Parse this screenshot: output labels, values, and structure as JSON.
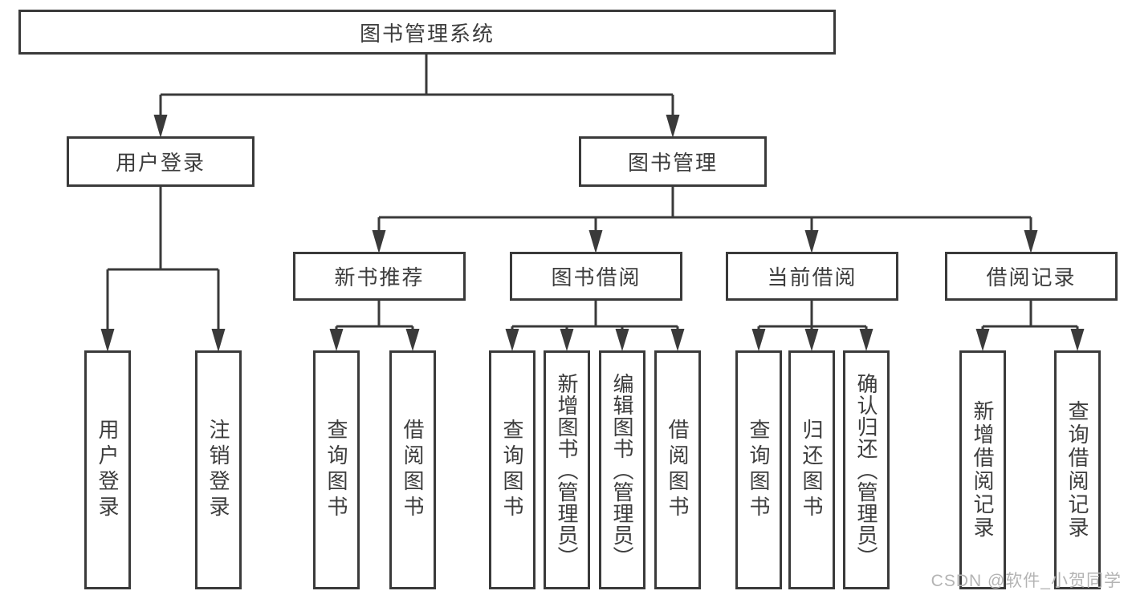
{
  "nodes": {
    "root": "图书管理系统",
    "user_login": "用户登录",
    "book_mgmt": "图书管理",
    "new_books": "新书推荐",
    "book_borrow": "图书借阅",
    "current_borrow": "当前借阅",
    "borrow_records": "借阅记录",
    "leaf_user_login": "用户登录",
    "leaf_logout": "注销登录",
    "leaf_nb_query": "查询图书",
    "leaf_nb_borrow": "借阅图书",
    "leaf_bb_query": "查询图书",
    "leaf_bb_add": "新增图书（管理员）",
    "leaf_bb_edit": "编辑图书（管理员）",
    "leaf_bb_borrow": "借阅图书",
    "leaf_cb_query": "查询图书",
    "leaf_cb_return": "归还图书",
    "leaf_cb_confirm": "确认归还（管理员）",
    "leaf_br_add": "新增借阅记录",
    "leaf_br_query": "查询借阅记录"
  },
  "watermark": "CSDN @软件_小贺同学",
  "colors": {
    "line": "#3a3a3a",
    "text": "#3d3d3d",
    "watermark": "#b4b4b4",
    "background": "#ffffff"
  }
}
